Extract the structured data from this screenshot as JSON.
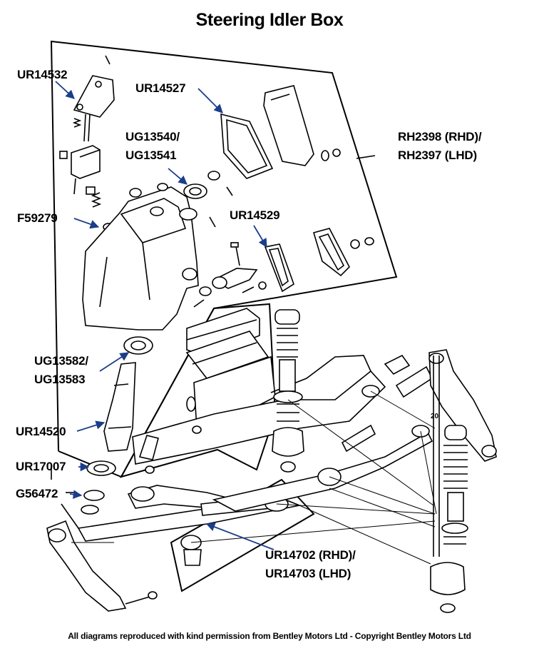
{
  "title": "Steering Idler Box",
  "footer": "All diagrams reproduced with kind permission from Bentley Motors Ltd - Copyright Bentley Motors Ltd",
  "callouts": {
    "ur14532": "UR14532",
    "ur14527": "UR14527",
    "ug13540_line1": "UG13540/",
    "ug13540_line2": "UG13541",
    "rh2398_line1": "RH2398 (RHD)/",
    "rh2398_line2": "RH2397 (LHD)",
    "f59279": "F59279",
    "ur14529": "UR14529",
    "ug13582_line1": "UG13582/",
    "ug13582_line2": "UG13583",
    "ur14520": "UR14520",
    "ur17007": "UR17007",
    "g56472": "G56472",
    "ur14702_line1": "UR14702 (RHD)/",
    "ur14702_line2": "UR14703 (LHD)"
  },
  "diagram_marks": {
    "ref_number": "20"
  },
  "colors": {
    "arrow": "#1b3e8a",
    "line": "#000000"
  }
}
